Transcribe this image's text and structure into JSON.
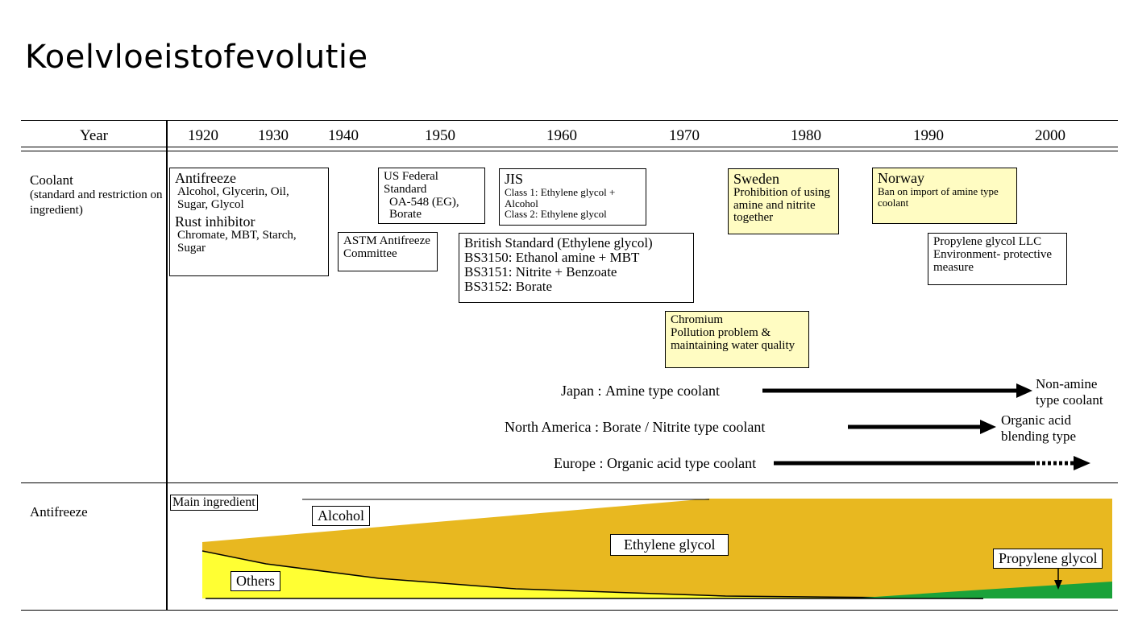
{
  "title": "Koelvloeistofevolutie",
  "header": {
    "year_label": "Year",
    "years": [
      "1920",
      "1930",
      "1940",
      "1950",
      "1960",
      "1970",
      "1980",
      "1990",
      "2000"
    ]
  },
  "rows": {
    "coolant_label": "Coolant",
    "coolant_sub": "(standard and restriction on ingredient)",
    "antifreeze_label": "Antifreeze"
  },
  "boxes": {
    "antifreeze": {
      "heading": "Antifreeze",
      "line1": "Alcohol, Glycerin, Oil,",
      "line2": "Sugar, Glycol",
      "heading2": "Rust inhibitor",
      "line3": "Chromate, MBT, Starch,",
      "line4": "Sugar"
    },
    "astm": {
      "line1": "ASTM Antifreeze",
      "line2": "Committee"
    },
    "us_federal": {
      "line1": "US Federal Standard",
      "line2": "OA-548 (EG),",
      "line3": "Borate"
    },
    "jis": {
      "heading": "JIS",
      "line1": "Class 1: Ethylene glycol + Alcohol",
      "line2": "Class 2: Ethylene glycol"
    },
    "british": {
      "line1": "British Standard (Ethylene glycol)",
      "line2": "BS3150: Ethanol amine + MBT",
      "line3": "BS3151: Nitrite + Benzoate",
      "line4": "BS3152: Borate"
    },
    "chromium": {
      "line1": "Chromium",
      "line2": "Pollution problem &",
      "line3": "maintaining water quality"
    },
    "sweden": {
      "heading": "Sweden",
      "line1": "Prohibition of using",
      "line2": "amine and nitrite",
      "line3": "together"
    },
    "norway": {
      "heading": "Norway",
      "line1": "Ban on import of amine type",
      "line2": "coolant"
    },
    "propylene_llc": {
      "line1": "Propylene glycol LLC",
      "line2": "Environment- protective",
      "line3": "measure"
    }
  },
  "trends": {
    "japan": {
      "text": "Japan : Amine type coolant",
      "end1": "Non-amine",
      "end2": "type coolant"
    },
    "north_america": {
      "text": "North America : Borate / Nitrite type coolant",
      "end1": "Organic acid",
      "end2": "blending type"
    },
    "europe": {
      "text": "Europe : Organic acid type coolant"
    }
  },
  "antifreeze_chart": {
    "main_ingredient": "Main ingredient",
    "alcohol": "Alcohol",
    "ethylene_glycol": "Ethylene glycol",
    "others": "Others",
    "propylene_glycol": "Propylene glycol"
  },
  "colors": {
    "ethylene_glycol": "#e8b820",
    "others": "#ffff33",
    "propylene_glycol": "#1aa23a",
    "highlight_box": "#fffcc2"
  }
}
